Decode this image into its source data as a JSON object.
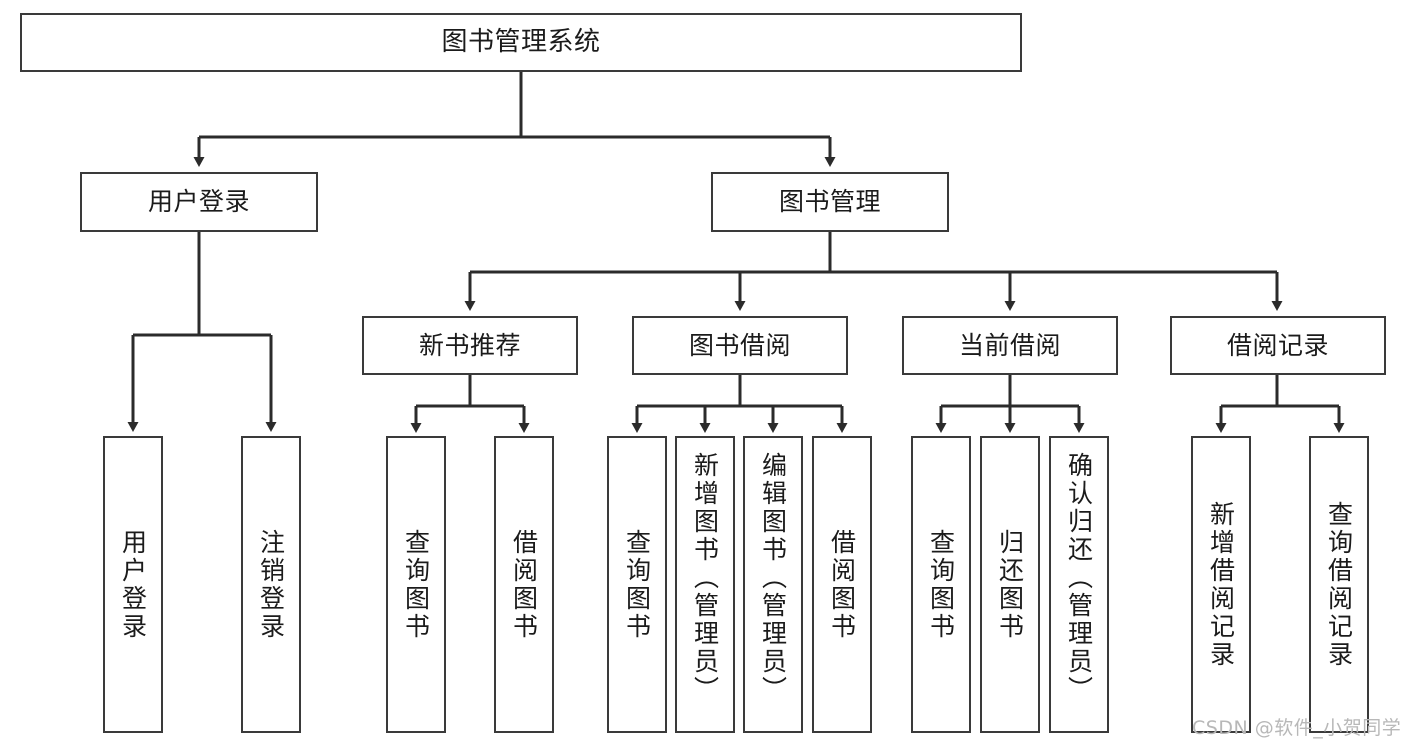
{
  "diagram": {
    "title": "图书管理系统",
    "type": "tree-hierarchy",
    "watermark": "CSDN @软件_小贺同学",
    "colors": {
      "box_border": "#3a3a3a",
      "box_fill": "#ffffff",
      "connector": "#2b2b2b",
      "text": "#1b1b1b",
      "watermark": "#b8b8b8",
      "background": "#ffffff"
    },
    "nodes": {
      "root": {
        "label": "图书管理系统"
      },
      "level1": [
        {
          "id": "user-login",
          "label": "用户登录"
        },
        {
          "id": "book-management",
          "label": "图书管理"
        }
      ],
      "level2": [
        {
          "id": "new-book-recommend",
          "label": "新书推荐"
        },
        {
          "id": "book-borrow",
          "label": "图书借阅"
        },
        {
          "id": "current-borrow",
          "label": "当前借阅"
        },
        {
          "id": "borrow-record",
          "label": "借阅记录"
        }
      ],
      "leaves": {
        "user-login": [
          {
            "id": "leaf-user-login",
            "label": "用户登录"
          },
          {
            "id": "leaf-logout-login",
            "label": "注销登录"
          }
        ],
        "new-book-recommend": [
          {
            "id": "leaf-query-book-1",
            "label": "查询图书"
          },
          {
            "id": "leaf-borrow-book-1",
            "label": "借阅图书"
          }
        ],
        "book-borrow": [
          {
            "id": "leaf-query-book-2",
            "label": "查询图书"
          },
          {
            "id": "leaf-add-book-admin",
            "label": "新增图书（管理员）"
          },
          {
            "id": "leaf-edit-book-admin",
            "label": "编辑图书（管理员）"
          },
          {
            "id": "leaf-borrow-book-2",
            "label": "借阅图书"
          }
        ],
        "current-borrow": [
          {
            "id": "leaf-query-book-3",
            "label": "查询图书"
          },
          {
            "id": "leaf-return-book",
            "label": "归还图书"
          },
          {
            "id": "leaf-confirm-return-admin",
            "label": "确认归还（管理员）"
          }
        ],
        "borrow-record": [
          {
            "id": "leaf-add-borrow-record",
            "label": "新增借阅记录"
          },
          {
            "id": "leaf-query-borrow-record",
            "label": "查询借阅记录"
          }
        ]
      }
    }
  }
}
